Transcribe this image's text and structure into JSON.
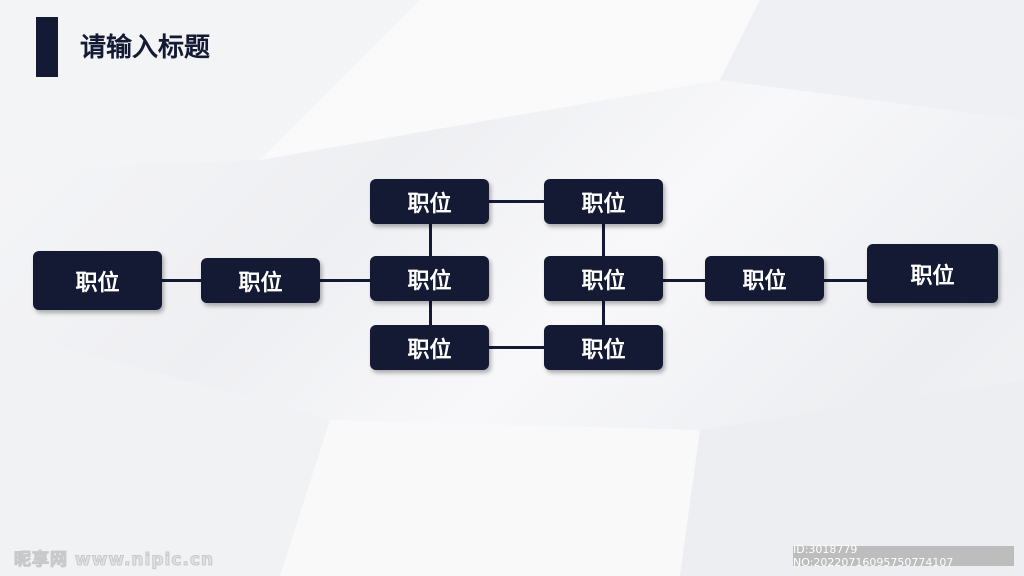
{
  "title": "请输入标题",
  "nodes": [
    "职位",
    "职位",
    "职位",
    "职位",
    "职位",
    "职位",
    "职位",
    "职位",
    "职位",
    "职位"
  ],
  "colors": {
    "accent": "#141a33"
  },
  "watermark": {
    "site": "昵享网 www.nipic.cn",
    "id": "ID:3018779 NO:20220716095750774107"
  }
}
